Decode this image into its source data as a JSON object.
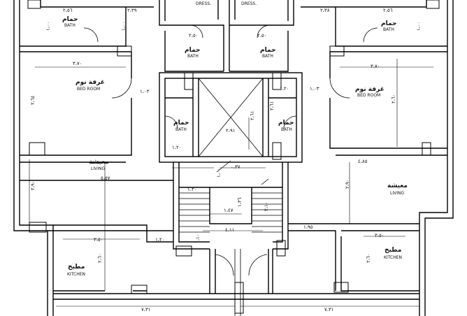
{
  "rooms": {
    "dress_left": {
      "en": "DRESS."
    },
    "dress_right": {
      "en": "DRESS."
    },
    "bath_tl": {
      "ar": "حمام",
      "en": "BATH"
    },
    "bath_tr": {
      "ar": "حمام",
      "en": "BATH"
    },
    "bath_cl": {
      "ar": "حمام",
      "en": "BATH"
    },
    "bath_cr": {
      "ar": "حمام",
      "en": "BATH"
    },
    "bath_sl": {
      "ar": "حمام",
      "en": "BATH"
    },
    "bath_sr": {
      "ar": "حمام",
      "en": "BATH"
    },
    "bed_left": {
      "ar": "غرفة نوم",
      "en": "BED ROOM"
    },
    "bed_right": {
      "ar": "غرفة نوم",
      "en": "BED ROOM"
    },
    "living_left": {
      "ar": "معيشة",
      "en": "LIVING"
    },
    "living_right": {
      "ar": "معيشة",
      "en": "LIVING"
    },
    "kitchen_left": {
      "ar": "مطبخ",
      "en": "KITCHEN"
    },
    "kitchen_right": {
      "ar": "مطبخ",
      "en": "KITCHEN"
    }
  },
  "dimensions": {
    "d_tl_256": "٢،٥٦",
    "d_tl_239": "٢،٣٩",
    "d_tr_238": "٢،٣٨",
    "d_tr_256": "٢،٥٦",
    "d_bath_250_l": "٢،٥٠",
    "d_bath_250_r": "٢،٥٠",
    "d_bed_370_l": "٣،٧٠",
    "d_bed_370_r": "٣،٧٠",
    "d_bed_264": "٢،٦٤",
    "d_bed_260": "٢،٦٠",
    "d_door_103_l": "١،٠٣",
    "d_door_103_r": "١،٠٣",
    "d_120_top": "١،٢٠",
    "d_261": "٢،٦١",
    "d_261b": "٢،٦١",
    "d_291": "٢،٩١",
    "d_120_bath": "١،٢٠",
    "d_485": "٤،٨٥",
    "d_557": "٥،٥٧",
    "d_290_l": "٢،٩٠",
    "d_290_r": "٢،٩٠",
    "d_037": "٠،٣٧",
    "d_120_stair": "١،٢٠",
    "d_147": "١،٤٧",
    "d_136": "١،٣٦",
    "d_411": "٤،١١",
    "d_195": "١،٩٥",
    "d_350_l": "٣،٥٠",
    "d_350_r": "٣،٥٠",
    "d_260_kl": "٢،٦٠",
    "d_260_kr": "٢،٦٠",
    "d_120_kit": "١،٢٠",
    "d_731_l": "٧،٣١",
    "d_731_r": "٧،٣١",
    "d_100_a": "١،٠٠",
    "d_100_b": "١،٠٠",
    "d_100_c": "١،٠٠",
    "d_100_d": "١،٠٠",
    "d_210": "٢،١٠",
    "d_110": "١،١٠"
  }
}
